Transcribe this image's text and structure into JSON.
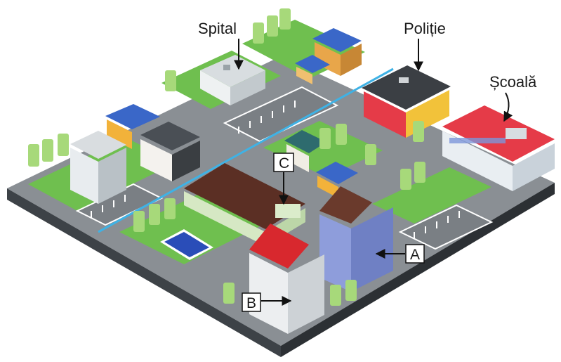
{
  "labels": {
    "spital": "Spital",
    "politie": "Poliție",
    "scoala": "Școală",
    "a": "A",
    "b": "B",
    "c": "C"
  },
  "colors": {
    "road": "#8a8f94",
    "grass": "#6fbf4f",
    "base_side": "#3d4247",
    "school_roof": "#e53b48",
    "police_roof": "#3b3f44",
    "building_a": "#7f8fd0",
    "building_b_roof": "#d8282e",
    "water": "#2a4db8",
    "tree": "#a7d97a"
  }
}
